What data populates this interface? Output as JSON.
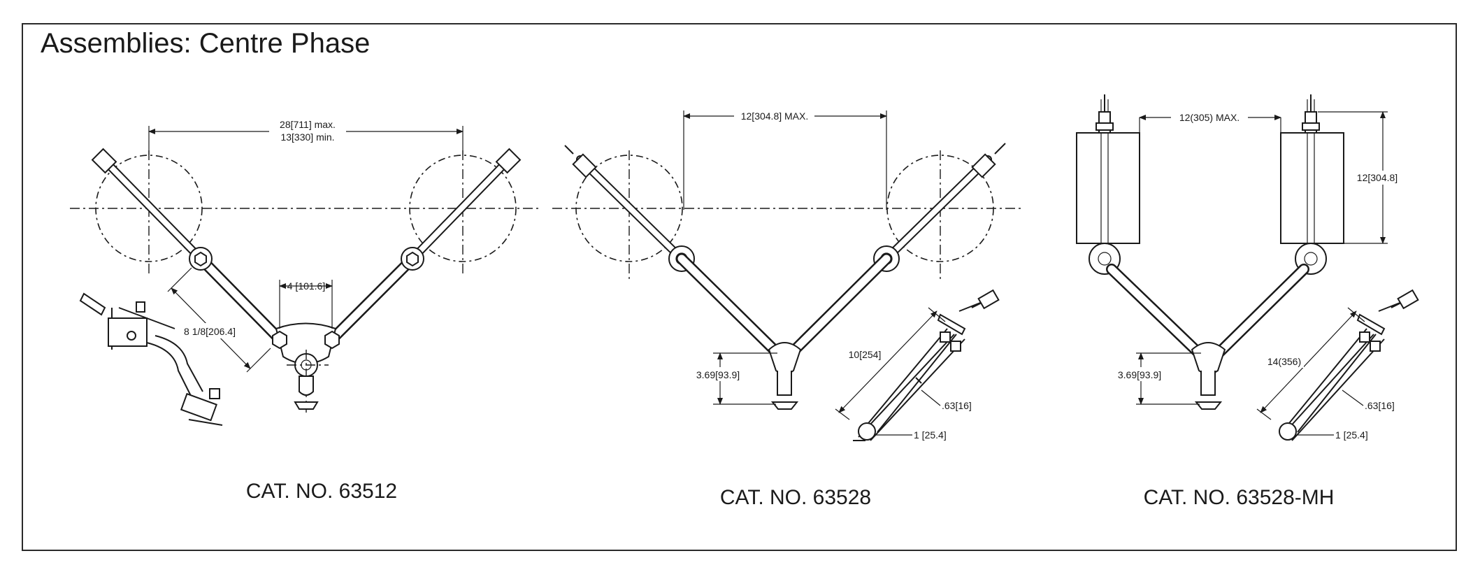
{
  "title": "Assemblies: Centre Phase",
  "assemblies": [
    {
      "catalog": "CAT. NO. 63512",
      "dims": {
        "spacing_max": "28[711] max.",
        "spacing_min": "13[330] min.",
        "clevis_width": "4 [101.6]",
        "arm_length": "8 1/8[206.4]"
      }
    },
    {
      "catalog": "CAT. NO. 63528",
      "dims": {
        "spacing_max": "12[304.8] MAX.",
        "drop": "3.69[93.9]",
        "arm_length": "10[254]",
        "rod_dia": ".63[16]",
        "tube_dia": "1 [25.4]"
      }
    },
    {
      "catalog": "CAT. NO. 63528-MH",
      "dims": {
        "spacing_max": "12(305) MAX.",
        "height": "12[304.8]",
        "drop": "3.69[93.9]",
        "arm_length": "14(356)",
        "rod_dia": ".63[16]",
        "tube_dia": "1 [25.4]"
      }
    }
  ]
}
